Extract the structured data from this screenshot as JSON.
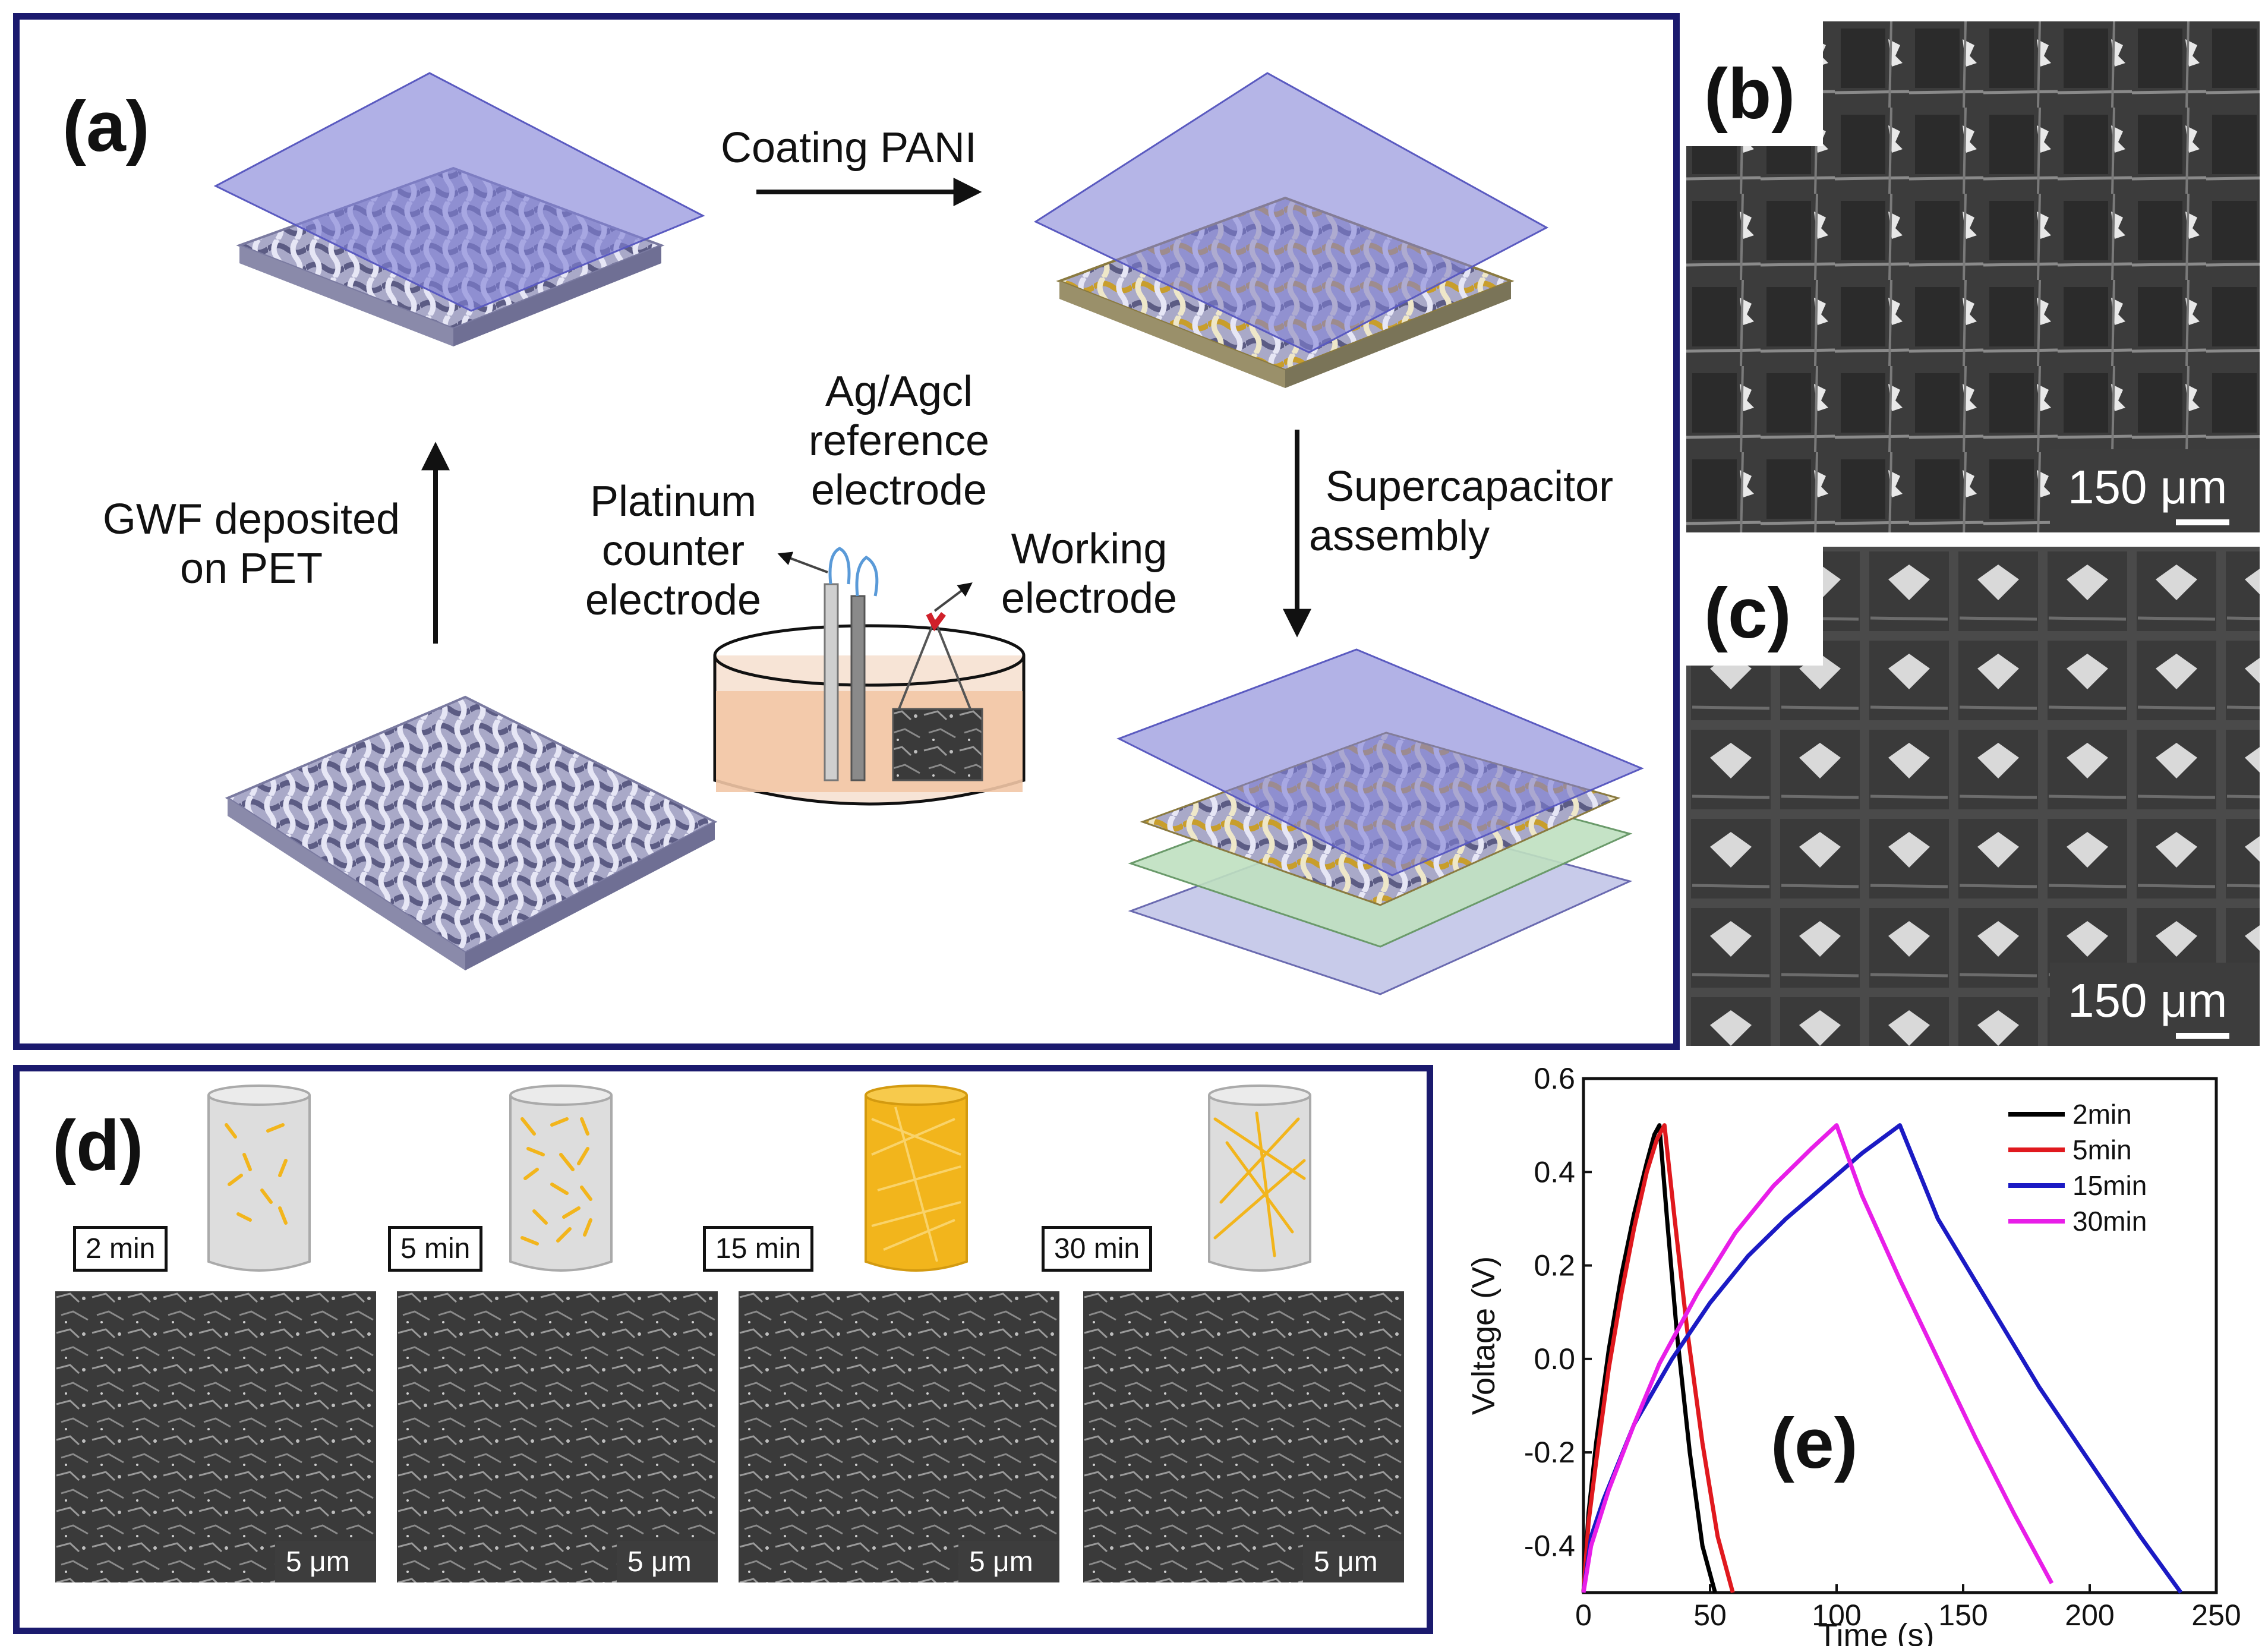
{
  "panel_a": {
    "letter": "(a)",
    "coating_label": "Coating PANI",
    "gwf_label_line1": "GWF deposited",
    "gwf_label_line2": "on PET",
    "platinum_line1": "Platinum",
    "platinum_line2": "counter",
    "platinum_line3": "electrode",
    "agagcl_line1": "Ag/Agcl",
    "agagcl_line2": "reference",
    "agagcl_line3": "electrode",
    "working_line1": "Working",
    "working_line2": "electrode",
    "supercap_line1": "Supercapacitor",
    "supercap_line2": "assembly"
  },
  "panel_b": {
    "letter": "(b)",
    "scale": "150 μm"
  },
  "panel_c": {
    "letter": "(c)",
    "scale": "150 μm"
  },
  "panel_d": {
    "letter": "(d)",
    "items": [
      {
        "time": "2 min",
        "scale": "5 μm"
      },
      {
        "time": "5 min",
        "scale": "5 μm"
      },
      {
        "time": "15 min",
        "scale": "5 μm"
      },
      {
        "time": "30 min",
        "scale": "5 μm"
      }
    ]
  },
  "panel_e": {
    "letter": "(e)"
  },
  "colors": {
    "frame": "#1b1a6e",
    "film": "#7f7fd6",
    "pani": "#e8c04a",
    "nanofiber": "#f2b51c"
  },
  "chart_data": {
    "type": "line",
    "title": "",
    "xlabel": "Time (s)",
    "ylabel": "Voltage (V)",
    "xlim": [
      0,
      250
    ],
    "ylim": [
      -0.5,
      0.6
    ],
    "xticks": [
      0,
      50,
      100,
      150,
      200,
      250
    ],
    "yticks": [
      0.6,
      0.4,
      0.2,
      0.0,
      -0.2,
      -0.4
    ],
    "ytick_labels": [
      "0.6",
      "0.4",
      "0.2",
      "0.0",
      "-0.2",
      "-0.4"
    ],
    "legend_position": "top-right",
    "series": [
      {
        "name": "2min",
        "color": "#000000",
        "x": [
          0,
          2,
          5,
          10,
          15,
          20,
          25,
          28,
          30,
          33,
          37,
          42,
          47,
          52
        ],
        "y": [
          -0.5,
          -0.33,
          -0.18,
          0.02,
          0.18,
          0.31,
          0.42,
          0.48,
          0.5,
          0.3,
          0.05,
          -0.2,
          -0.4,
          -0.5
        ]
      },
      {
        "name": "5min",
        "color": "#e0191e",
        "x": [
          0,
          2,
          5,
          10,
          15,
          20,
          25,
          29,
          32,
          36,
          41,
          47,
          53,
          59
        ],
        "y": [
          -0.5,
          -0.35,
          -0.22,
          -0.02,
          0.14,
          0.28,
          0.4,
          0.47,
          0.5,
          0.3,
          0.06,
          -0.18,
          -0.38,
          -0.5
        ]
      },
      {
        "name": "15min",
        "color": "#1b1ac4",
        "x": [
          0,
          3,
          8,
          20,
          35,
          50,
          65,
          80,
          95,
          110,
          125,
          140,
          160,
          180,
          200,
          220,
          236
        ],
        "y": [
          -0.5,
          -0.38,
          -0.3,
          -0.14,
          0.0,
          0.12,
          0.22,
          0.3,
          0.37,
          0.44,
          0.5,
          0.3,
          0.12,
          -0.06,
          -0.22,
          -0.38,
          -0.5
        ]
      },
      {
        "name": "30min",
        "color": "#e81ee8",
        "x": [
          0,
          3,
          10,
          20,
          30,
          45,
          60,
          75,
          90,
          100,
          110,
          125,
          140,
          155,
          170,
          185
        ],
        "y": [
          -0.5,
          -0.4,
          -0.28,
          -0.14,
          -0.01,
          0.14,
          0.27,
          0.37,
          0.45,
          0.5,
          0.35,
          0.17,
          0.0,
          -0.17,
          -0.33,
          -0.48
        ]
      }
    ]
  }
}
